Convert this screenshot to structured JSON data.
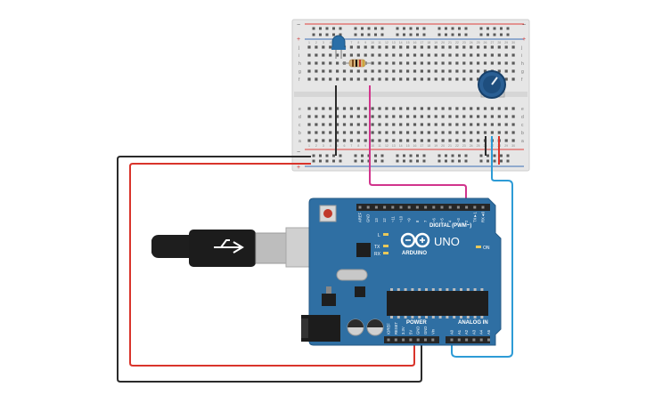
{
  "colors": {
    "board": "#2f6fa3",
    "board_dark": "#245a86",
    "breadboard": "#e8e8e8",
    "rail_red": "#e0403a",
    "rail_blue": "#3b6fb6",
    "wire_black": "#2b2b2b",
    "wire_red": "#d9342b",
    "wire_pink": "#d1348c",
    "wire_blue": "#2d9bd6",
    "header": "#262626",
    "chip": "#1e1e1e"
  },
  "breadboard": {
    "rail_plus": "+",
    "rail_minus": "−",
    "row_letters_top": [
      "j",
      "i",
      "h",
      "g",
      "f"
    ],
    "row_letters_bottom": [
      "e",
      "d",
      "c",
      "b",
      "a"
    ],
    "col_numbers": [
      "1",
      "2",
      "3",
      "4",
      "5",
      "6",
      "7",
      "8",
      "9",
      "10",
      "11",
      "12",
      "13",
      "14",
      "15",
      "16",
      "17",
      "18",
      "19",
      "20",
      "21",
      "22",
      "23",
      "24",
      "25",
      "26",
      "27",
      "28",
      "29",
      "30"
    ]
  },
  "components": {
    "led": {
      "color": "#2a6fa8",
      "icon": "led-icon"
    },
    "resistor": {
      "icon": "resistor-icon"
    },
    "potentiometer": {
      "icon": "potentiometer-icon"
    },
    "usb": {
      "icon": "usb-plug-icon"
    }
  },
  "arduino": {
    "digital_header_label": "DIGITAL (PWM~)",
    "digital_pins": [
      "AREF",
      "GND",
      "13",
      "12",
      "~11",
      "~10",
      "~9",
      "8",
      "7",
      "~6",
      "~5",
      "4",
      "~3",
      "2",
      "TX►1",
      "RX◄0"
    ],
    "brand": "UNO",
    "maker": "ARDUINO",
    "led_l": "L",
    "led_tx": "TX",
    "led_rx": "RX",
    "led_on": "ON",
    "power_label": "POWER",
    "power_pins": [
      "IOREF",
      "RESET",
      "3.3V",
      "5V",
      "GND",
      "GND",
      "Vin"
    ],
    "analog_label": "ANALOG IN",
    "analog_pins": [
      "A0",
      "A1",
      "A2",
      "A3",
      "A4",
      "A5"
    ]
  }
}
